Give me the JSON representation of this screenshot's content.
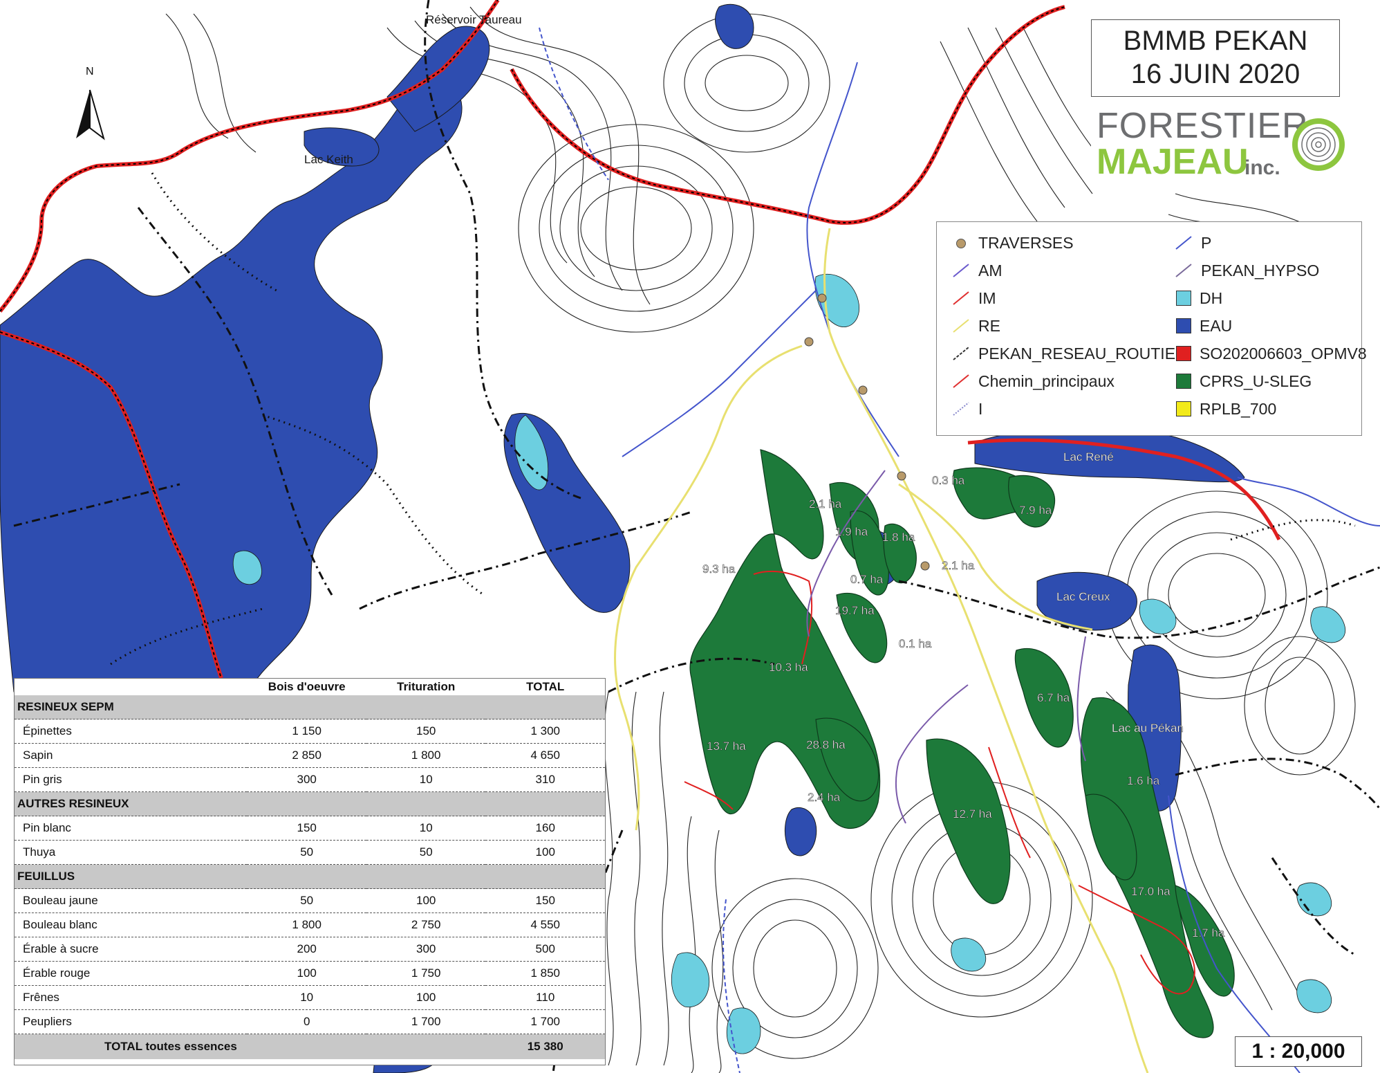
{
  "title": {
    "line1": "BMMB PEKAN",
    "line2": "16 JUIN 2020"
  },
  "logo": {
    "line1": "FORESTIER",
    "line2": "MAJEAU",
    "suffix": "inc."
  },
  "north_arrow": "N",
  "scale": "1 : 20,000",
  "place_labels": [
    "Réservoir Taureau",
    "Lac Keith",
    "Lac René",
    "Lac Creux",
    "Lac au Pékan"
  ],
  "area_labels": [
    "0.3 ha",
    "2.1 ha",
    "7.9 ha",
    "1.9 ha",
    "1.8 ha",
    "2.1 ha",
    "9.3 ha",
    "0.7 ha",
    "19.7 ha",
    "0.1 ha",
    "10.3 ha",
    "6.7 ha",
    "13.7 ha",
    "28.8 ha",
    "2.4 ha",
    "12.7 ha",
    "1.6 ha",
    "17.0 ha",
    "1.7 ha"
  ],
  "legend": {
    "items": [
      {
        "label": "TRAVERSES",
        "symbol": "point",
        "color": "#b89a6a"
      },
      {
        "label": "AM",
        "symbol": "line",
        "color": "#6a5acd"
      },
      {
        "label": "IM",
        "symbol": "line",
        "color": "#e03030"
      },
      {
        "label": "RE",
        "symbol": "line",
        "color": "#e8e070"
      },
      {
        "label": "PEKAN_RESEAU_ROUTIER",
        "symbol": "line",
        "color": "#333333"
      },
      {
        "label": "Chemin_principaux",
        "symbol": "line",
        "color": "#e03030"
      },
      {
        "label": "I",
        "symbol": "line",
        "color": "#8888cc"
      },
      {
        "label": "P",
        "symbol": "line",
        "color": "#4455cc"
      },
      {
        "label": "PEKAN_HYPSO",
        "symbol": "line",
        "color": "#7a6a9a"
      },
      {
        "label": "DH",
        "symbol": "fill",
        "color": "#6ccfe0"
      },
      {
        "label": "EAU",
        "symbol": "fill",
        "color": "#2e4db0"
      },
      {
        "label": "SO202006603_OPMV8",
        "symbol": "fill",
        "color": "#e02020"
      },
      {
        "label": "CPRS_U-SLEG",
        "symbol": "fill",
        "color": "#1d7a3a"
      },
      {
        "label": "RPLB_700",
        "symbol": "fill",
        "color": "#f2ea1a"
      }
    ]
  },
  "volume_table": {
    "headers": [
      "Bois d'oeuvre",
      "Trituration",
      "TOTAL"
    ],
    "sections": [
      {
        "title": "RESINEUX SEPM",
        "rows": [
          {
            "name": "Épinettes",
            "bois": "1 150",
            "trit": "150",
            "total": "1 300"
          },
          {
            "name": "Sapin",
            "bois": "2 850",
            "trit": "1 800",
            "total": "4 650"
          },
          {
            "name": "Pin gris",
            "bois": "300",
            "trit": "10",
            "total": "310"
          }
        ]
      },
      {
        "title": "AUTRES RESINEUX",
        "rows": [
          {
            "name": "Pin blanc",
            "bois": "150",
            "trit": "10",
            "total": "160"
          },
          {
            "name": "Thuya",
            "bois": "50",
            "trit": "50",
            "total": "100"
          }
        ]
      },
      {
        "title": "FEUILLUS",
        "rows": [
          {
            "name": "Bouleau jaune",
            "bois": "50",
            "trit": "100",
            "total": "150"
          },
          {
            "name": "Bouleau blanc",
            "bois": "1 800",
            "trit": "2 750",
            "total": "4 550"
          },
          {
            "name": "Érable à sucre",
            "bois": "200",
            "trit": "300",
            "total": "500"
          },
          {
            "name": "Érable rouge",
            "bois": "100",
            "trit": "1 750",
            "total": "1 850"
          },
          {
            "name": "Frênes",
            "bois": "10",
            "trit": "100",
            "total": "110"
          },
          {
            "name": "Peupliers",
            "bois": "0",
            "trit": "1 700",
            "total": "1 700"
          }
        ]
      }
    ],
    "total": {
      "label_bold": "TOTAL",
      "label_rest": " toutes essences",
      "value": "15 380"
    }
  }
}
